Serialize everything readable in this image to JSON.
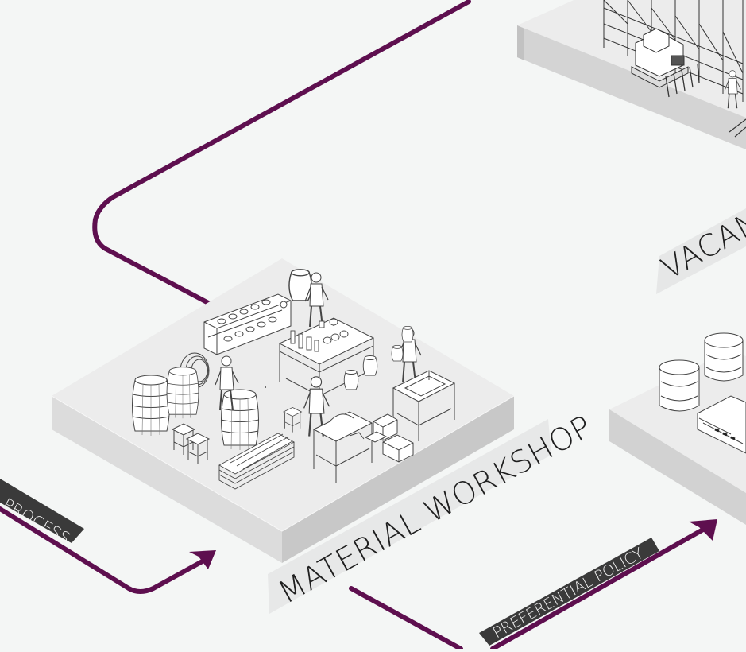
{
  "labels": {
    "material_workshop": "MATERIAL WORKSHOP",
    "vacant_partial": "VACAN",
    "process_tag": "PROCESS",
    "preferential_policy_tag": "PREFERENTIAL POLICY"
  },
  "colors": {
    "background": "#f4f6f5",
    "flow_line": "#5e0f4f",
    "platform_top": "#ececec",
    "platform_side_light": "#dcdcdc",
    "platform_side_dark": "#c4c4c4",
    "tag_dark": "#3a3a3a",
    "label_band": "#e6e7e7",
    "sketch_stroke": "#444444"
  },
  "icons": [
    "barrel-icon",
    "stool-icon",
    "shelf-icon",
    "jar-icon",
    "worker-icon",
    "workbench-icon",
    "lumber-stack-icon",
    "tool-box-icon",
    "scaffold-icon",
    "bulldozer-icon",
    "tank-icon",
    "arrow-head-icon"
  ]
}
